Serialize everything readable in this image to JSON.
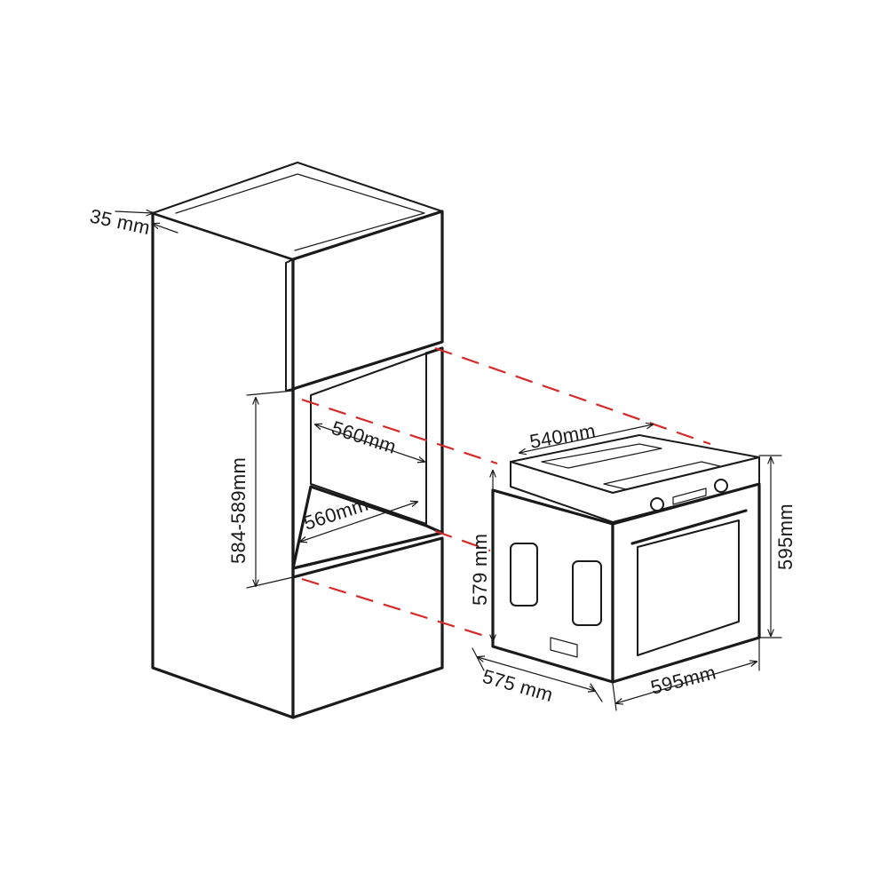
{
  "dimensions": {
    "panel_thickness": "35 mm",
    "niche_height": "584-589mm",
    "niche_width_top": "560mm",
    "niche_width_bottom": "560mm",
    "oven_top_width": "540mm",
    "oven_depth": "575 mm",
    "oven_body_height": "579 mm",
    "oven_front_height": "595mm",
    "oven_front_width": "595mm"
  },
  "colors": {
    "line": "#1a1a1a",
    "guide_dash": "#d42a2a",
    "background": "#ffffff"
  }
}
